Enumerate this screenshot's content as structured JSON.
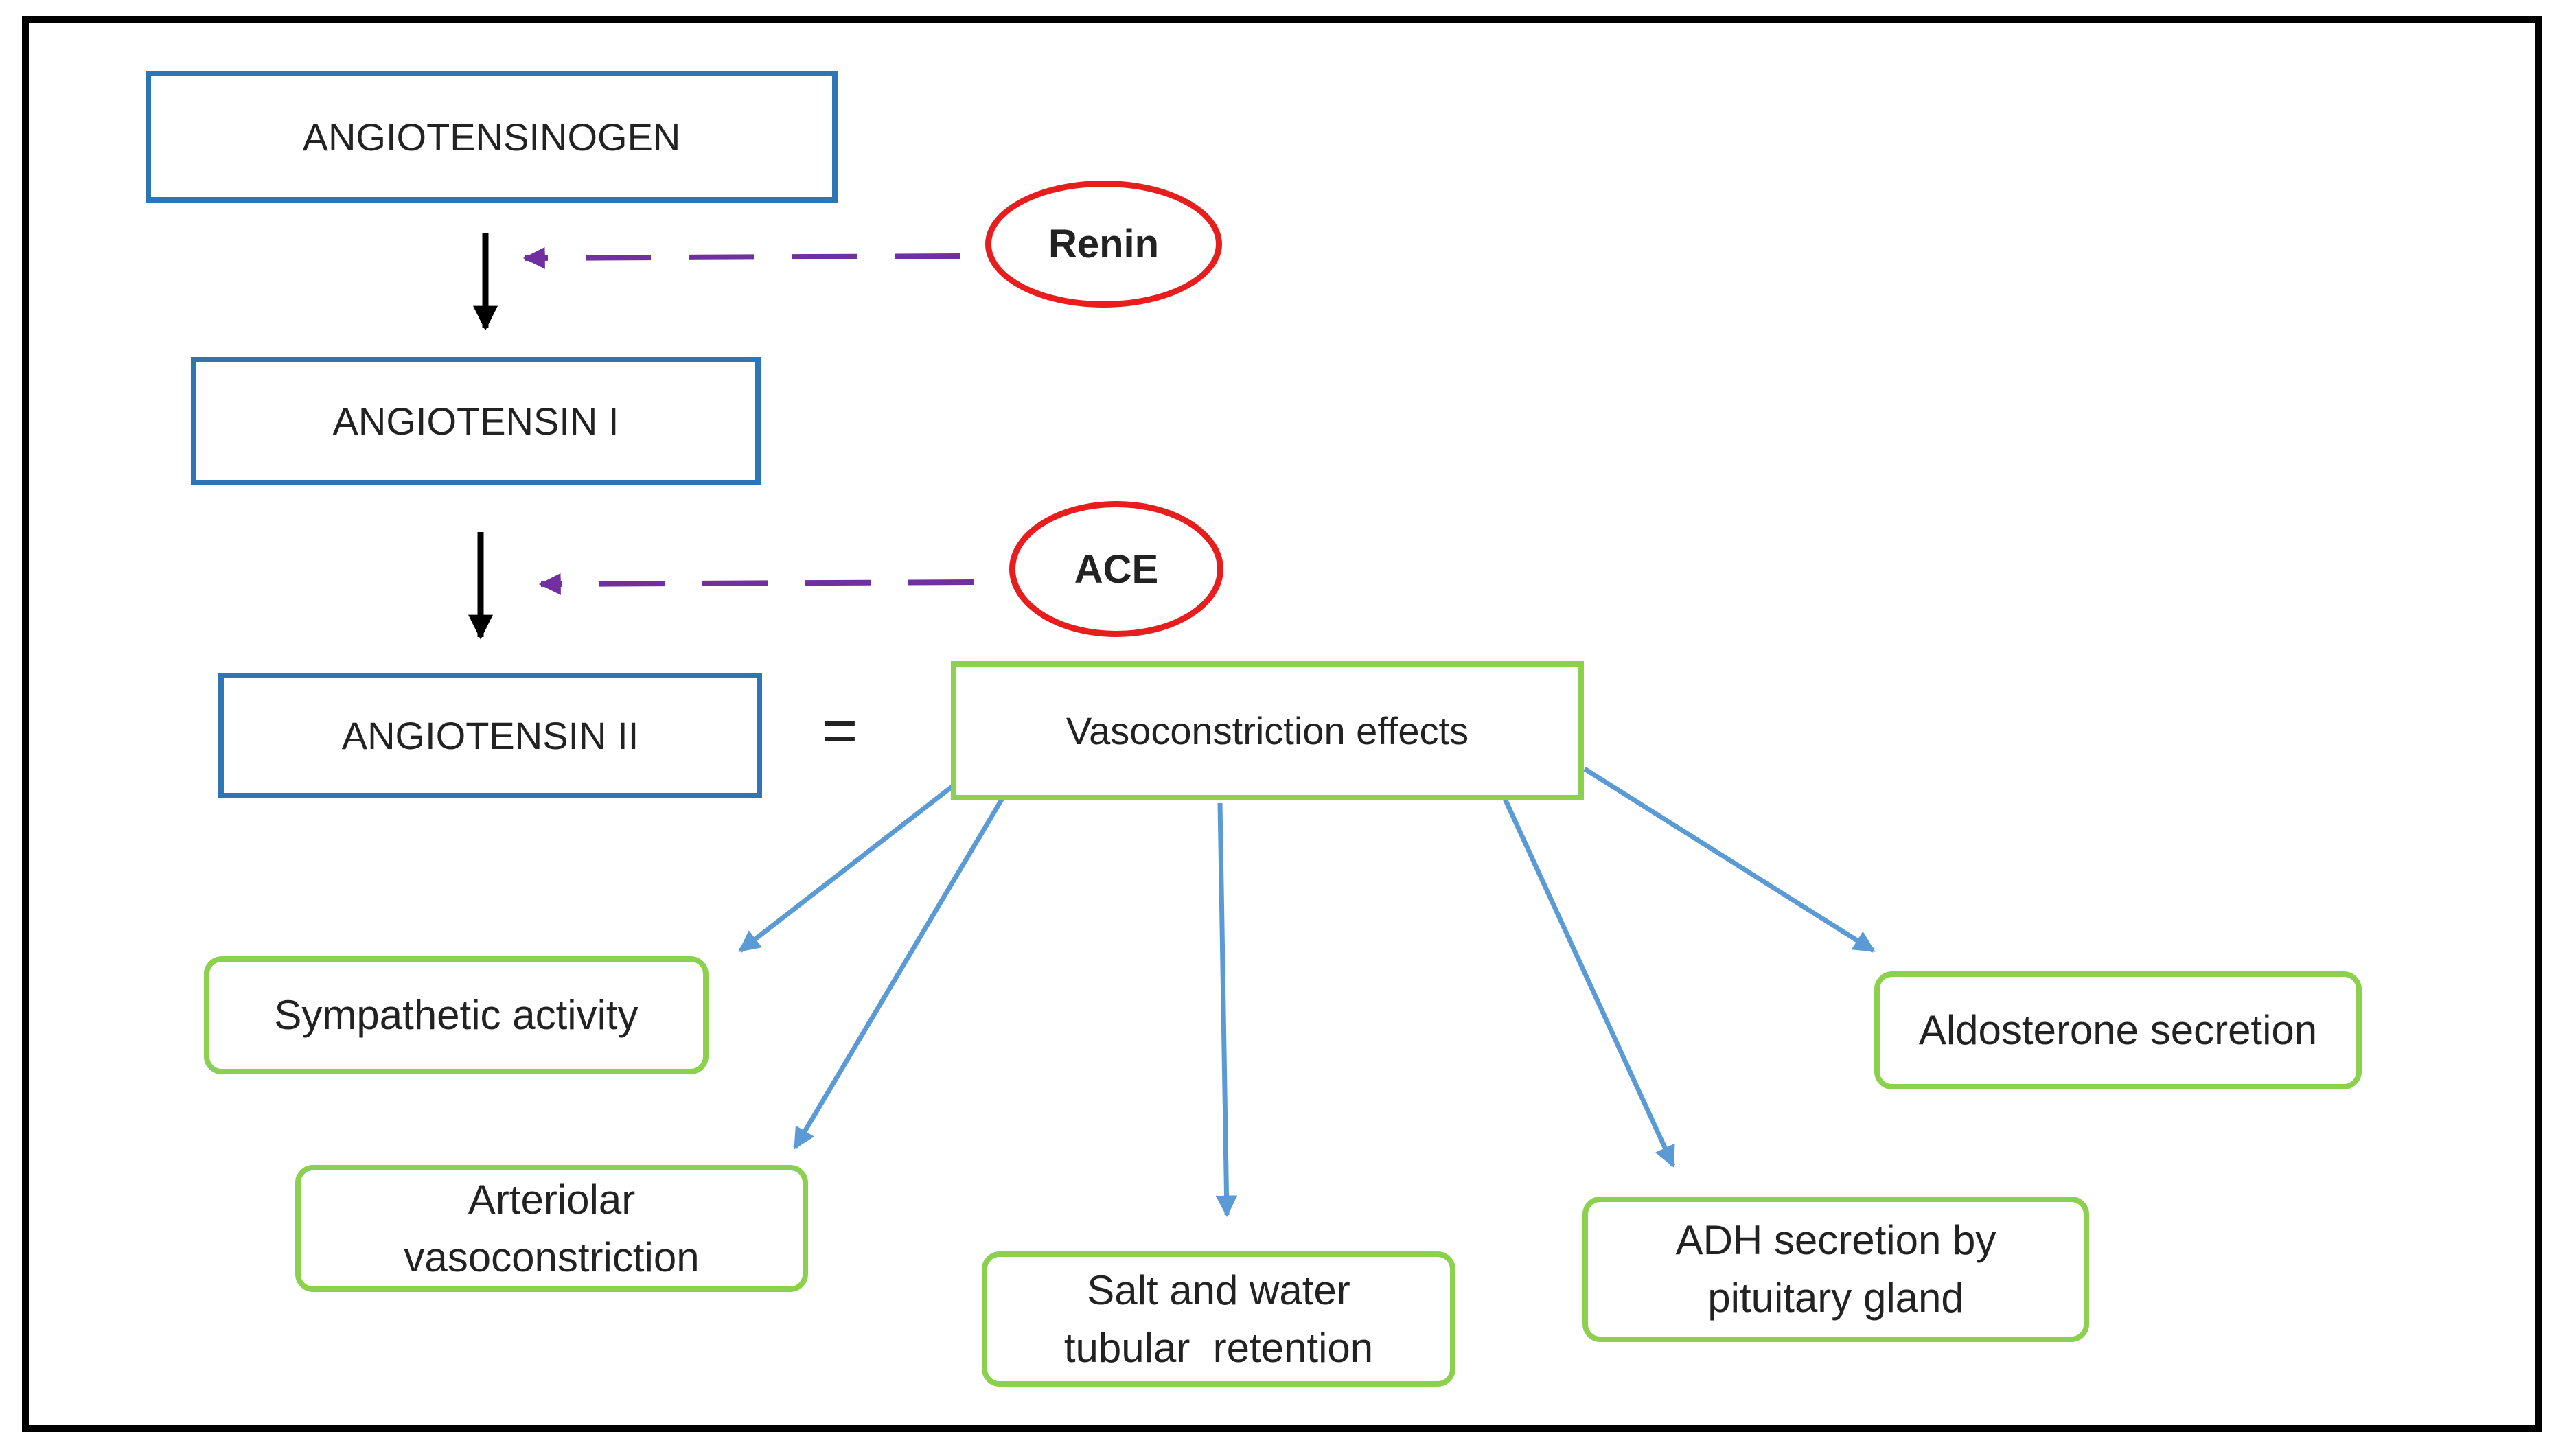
{
  "nodes": {
    "angiotensinogen": "ANGIOTENSINOGEN",
    "angiotensin_i": "ANGIOTENSIN I",
    "angiotensin_ii": "ANGIOTENSIN II",
    "equals": "=",
    "vasoconstriction_effects": "Vasoconstriction effects"
  },
  "enzymes": {
    "renin": "Renin",
    "ace": "ACE"
  },
  "effects": {
    "sympathetic": "Sympathetic activity",
    "arteriolar_line1": "Arteriolar",
    "arteriolar_line2": "vasoconstriction",
    "salt_line1": "Salt and water",
    "salt_line2": "tubular  retention",
    "adh_line1": "ADH secretion by",
    "adh_line2": "pituitary gland",
    "aldosterone": "Aldosterone secretion"
  },
  "colors": {
    "node_border": "#2E75B6",
    "effect_border": "#8CD14E",
    "enzyme_border": "#E81E1E",
    "enzyme_arrow": "#7030A0",
    "effect_arrow": "#5B9BD5",
    "main_arrow": "#000000"
  }
}
